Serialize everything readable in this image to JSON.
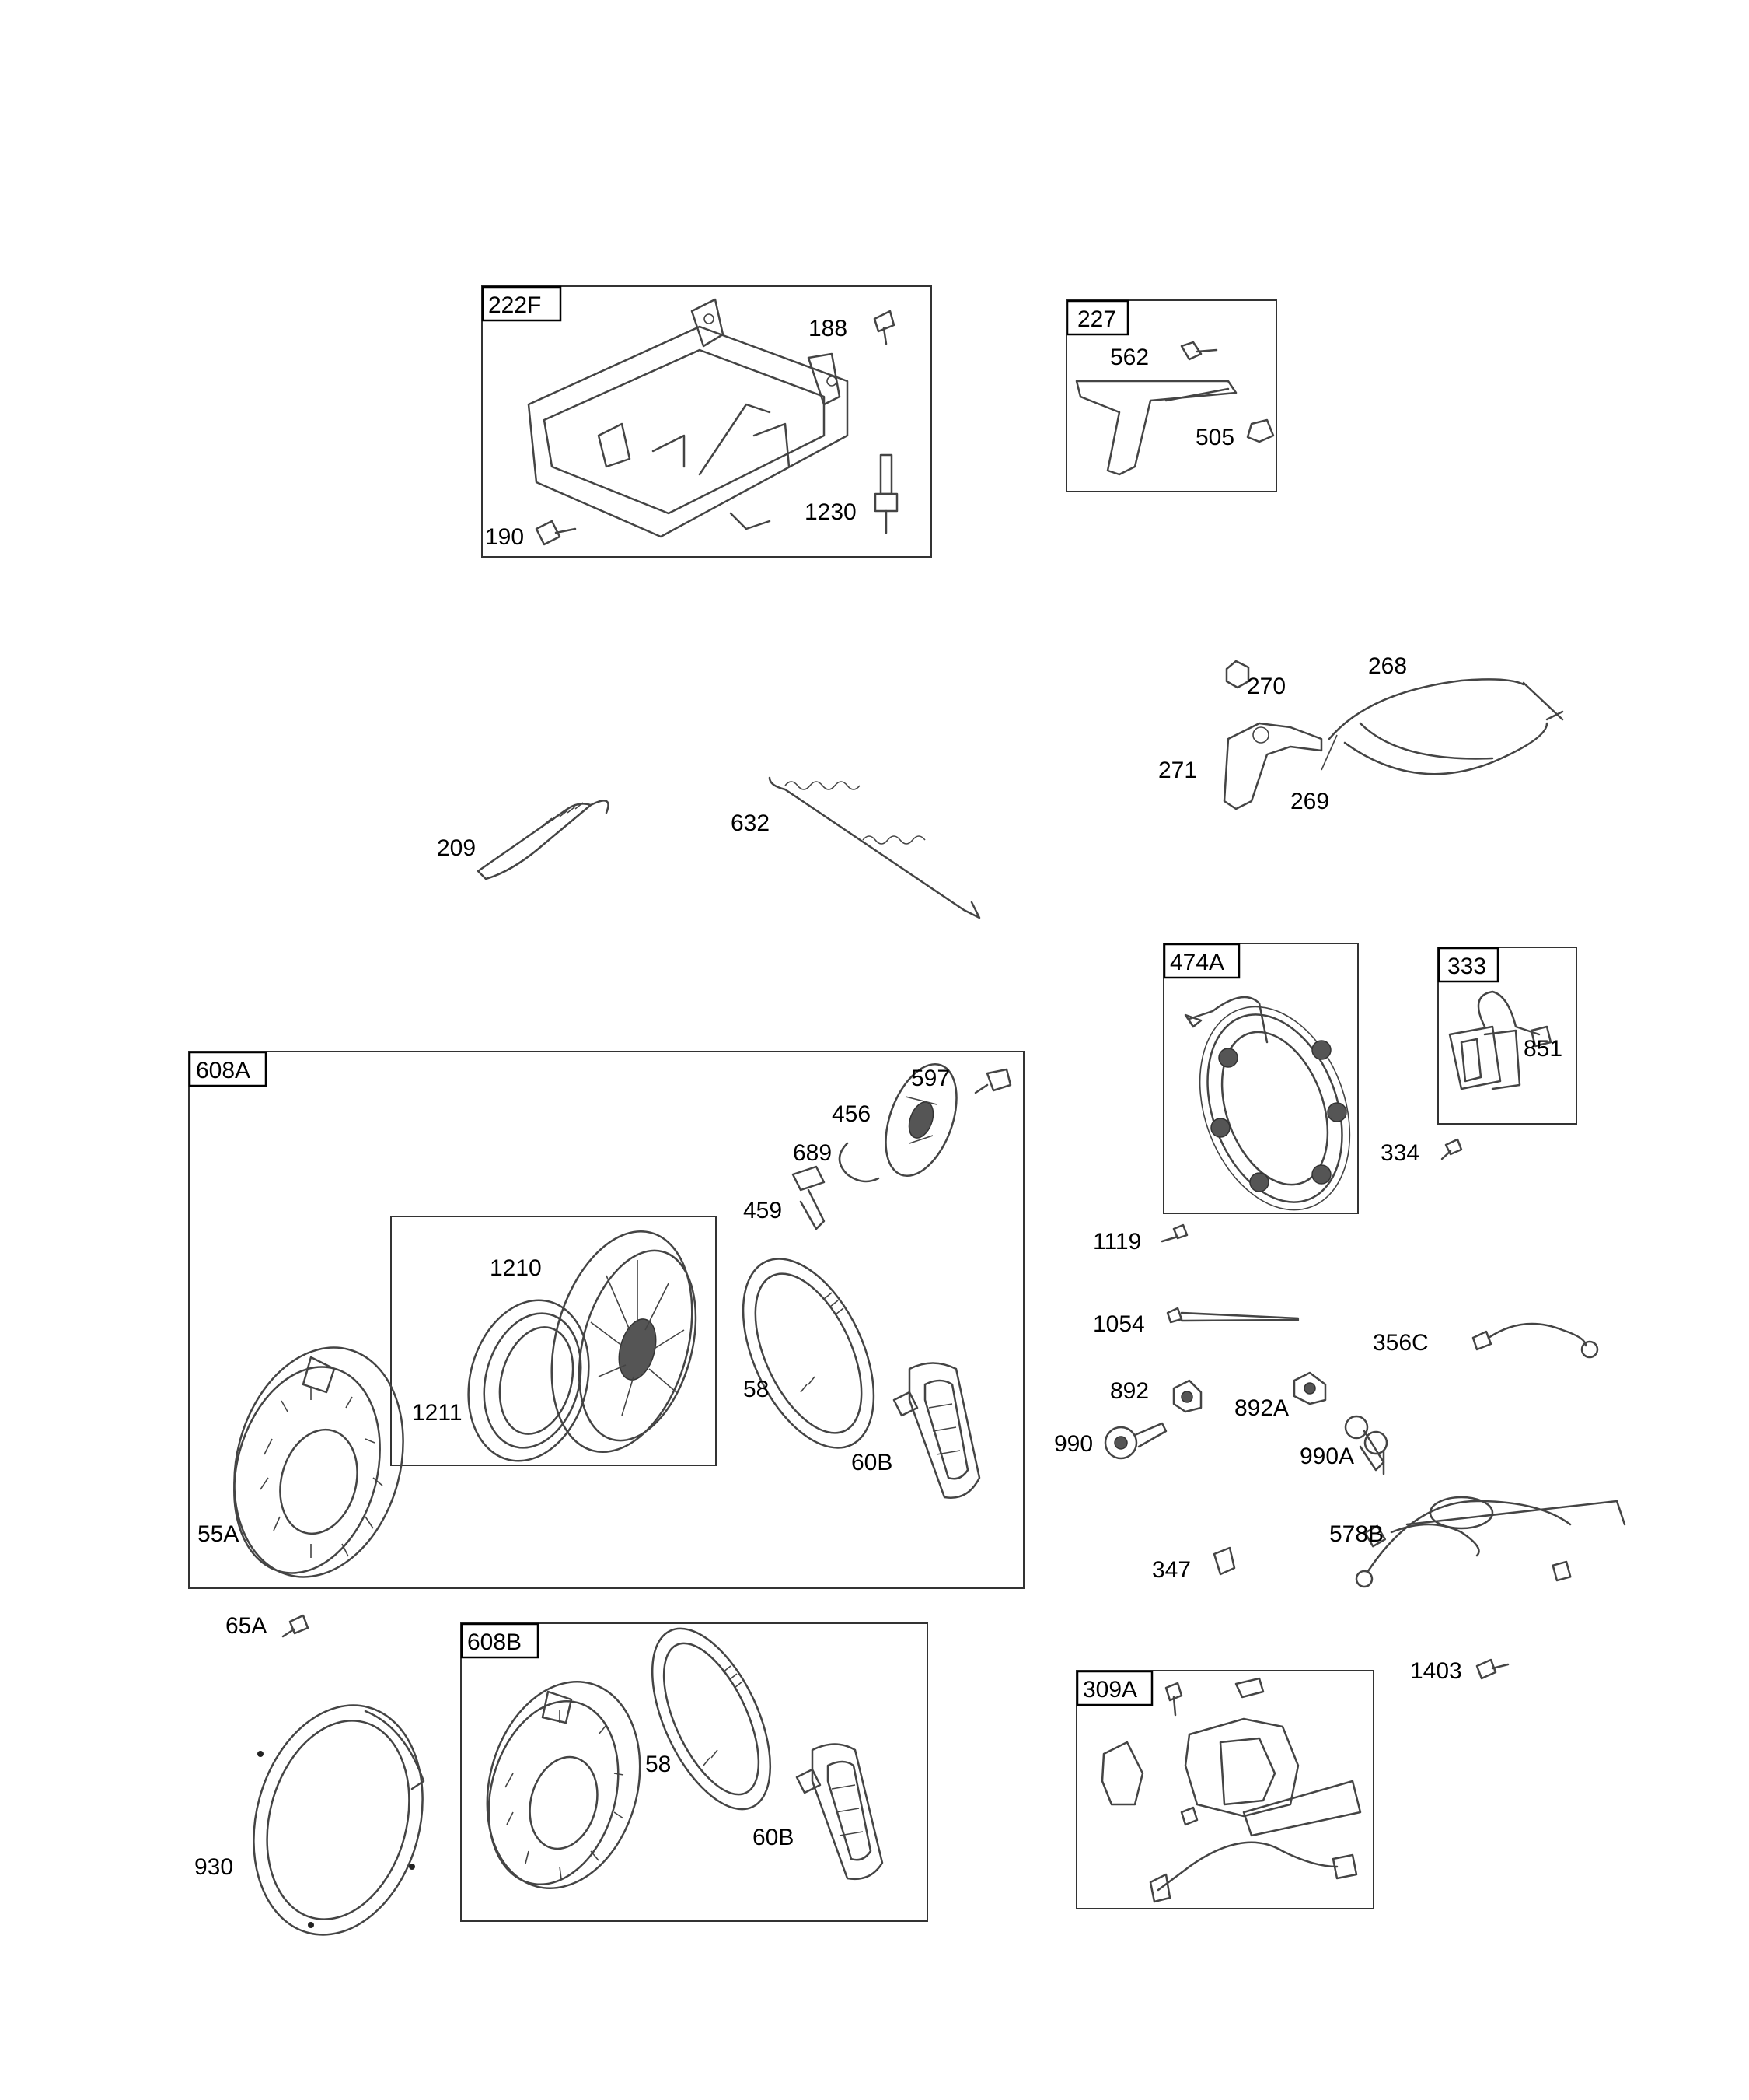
{
  "groups": {
    "g222F": "222F",
    "g227": "227",
    "g474A": "474A",
    "g333": "333",
    "g608A": "608A",
    "g608B": "608B",
    "g309A": "309A"
  },
  "parts": {
    "p188": "188",
    "p190": "190",
    "p1230": "1230",
    "p562": "562",
    "p505": "505",
    "p270": "270",
    "p268": "268",
    "p271": "271",
    "p269": "269",
    "p209": "209",
    "p632": "632",
    "p597": "597",
    "p456": "456",
    "p689": "689",
    "p459": "459",
    "p1210": "1210",
    "p1211": "1211",
    "p58a": "58",
    "p60Ba": "60B",
    "p55A": "55A",
    "p851": "851",
    "p334": "334",
    "p1119": "1119",
    "p1054": "1054",
    "p356C": "356C",
    "p892": "892",
    "p892A": "892A",
    "p990": "990",
    "p990A": "990A",
    "p578B": "578B",
    "p347": "347",
    "p1403": "1403",
    "p65A": "65A",
    "p930": "930",
    "p58b": "58",
    "p60Bb": "60B"
  }
}
